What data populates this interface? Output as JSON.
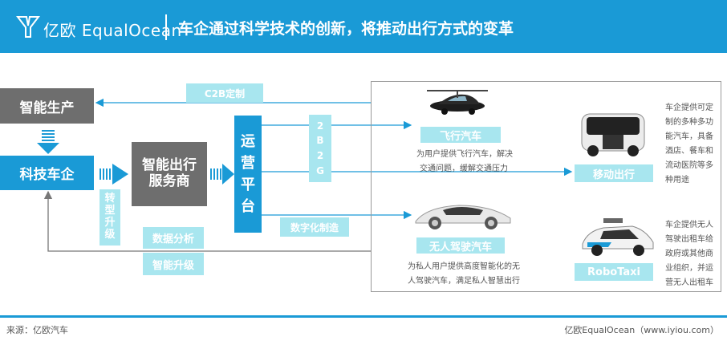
{
  "header": {
    "logo_text": "亿欧 EqualOcean",
    "title": "车企通过科学技术的创新，将推动出行方式的变革"
  },
  "nodes": {
    "smart_production": "智能生产",
    "tech_automaker": "科技车企",
    "transform": [
      "转",
      "型",
      "升",
      "级"
    ],
    "mobility_provider_1": "智能出行",
    "mobility_provider_2": "服务商",
    "ops_platform": [
      "运",
      "营",
      "平",
      "台"
    ],
    "c2b": "C2B定制",
    "b2b": [
      "2",
      "B",
      "2",
      "G"
    ],
    "digital_mfg": "数字化制造",
    "data_analysis": "数据分析",
    "smart_upgrade": "智能升级"
  },
  "products": {
    "flying_car": {
      "label": "飞行汽车",
      "desc1": "为用户提供飞行汽车，解决",
      "desc2": "交通问题，缓解交通压力"
    },
    "autonomous_car": {
      "label": "无人驾驶汽车",
      "desc1": "为私人用户提供高度智能化的无",
      "desc2": "人驾驶汽车，满足私人智慧出行"
    },
    "mobile_travel": {
      "label": "移动出行",
      "desc": [
        "车企提供可定",
        "制的多种多功",
        "能汽车，具备",
        "酒店、餐车和",
        "流动医院等多",
        "种用途"
      ]
    },
    "robotaxi": {
      "label": "RoboTaxi",
      "desc": [
        "车企提供无人",
        "驾驶出租车给",
        "政府或其他商",
        "业组织，并运",
        "营无人出租车"
      ]
    }
  },
  "footer": {
    "source": "来源：亿欧汽车",
    "brand": "亿欧EqualOcean（www.iyiou.com）"
  },
  "colors": {
    "brand_blue": "#1a9ad6",
    "gray": "#6e6e6e",
    "light_cyan": "#a8e6ef"
  }
}
